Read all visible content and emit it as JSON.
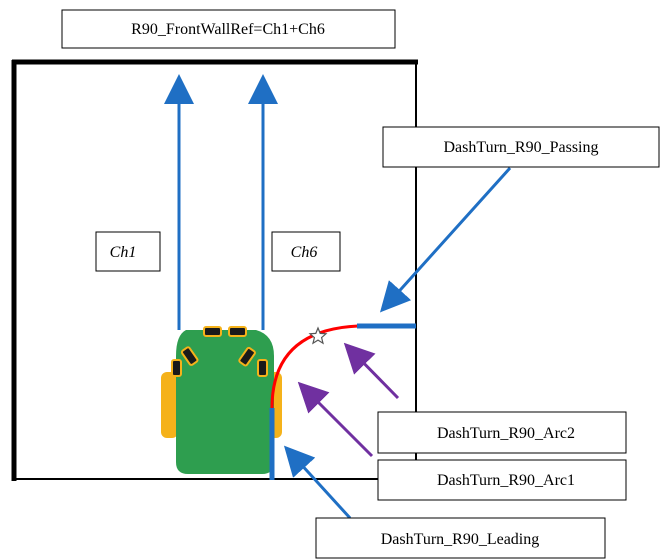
{
  "labels": {
    "front_wall_ref": "R90_FrontWallRef=Ch1+Ch6",
    "ch1": "Ch1",
    "ch6": "Ch6",
    "passing": "DashTurn_R90_Passing",
    "arc2": "DashTurn_R90_Arc2",
    "arc1": "DashTurn_R90_Arc1",
    "leading": "DashTurn_R90_Leading"
  },
  "colors": {
    "wall": "#000000",
    "sensor_arrow": "#1f6fc4",
    "arc_path": "#ff0000",
    "arc_pointer": "#7030a0",
    "robot_body": "#2e9e4f",
    "robot_wheel": "#f5b21a",
    "leading_segment": "#1f6fc4",
    "passing_segment": "#1f6fc4"
  },
  "icons": {
    "turn_point": "star-icon"
  }
}
